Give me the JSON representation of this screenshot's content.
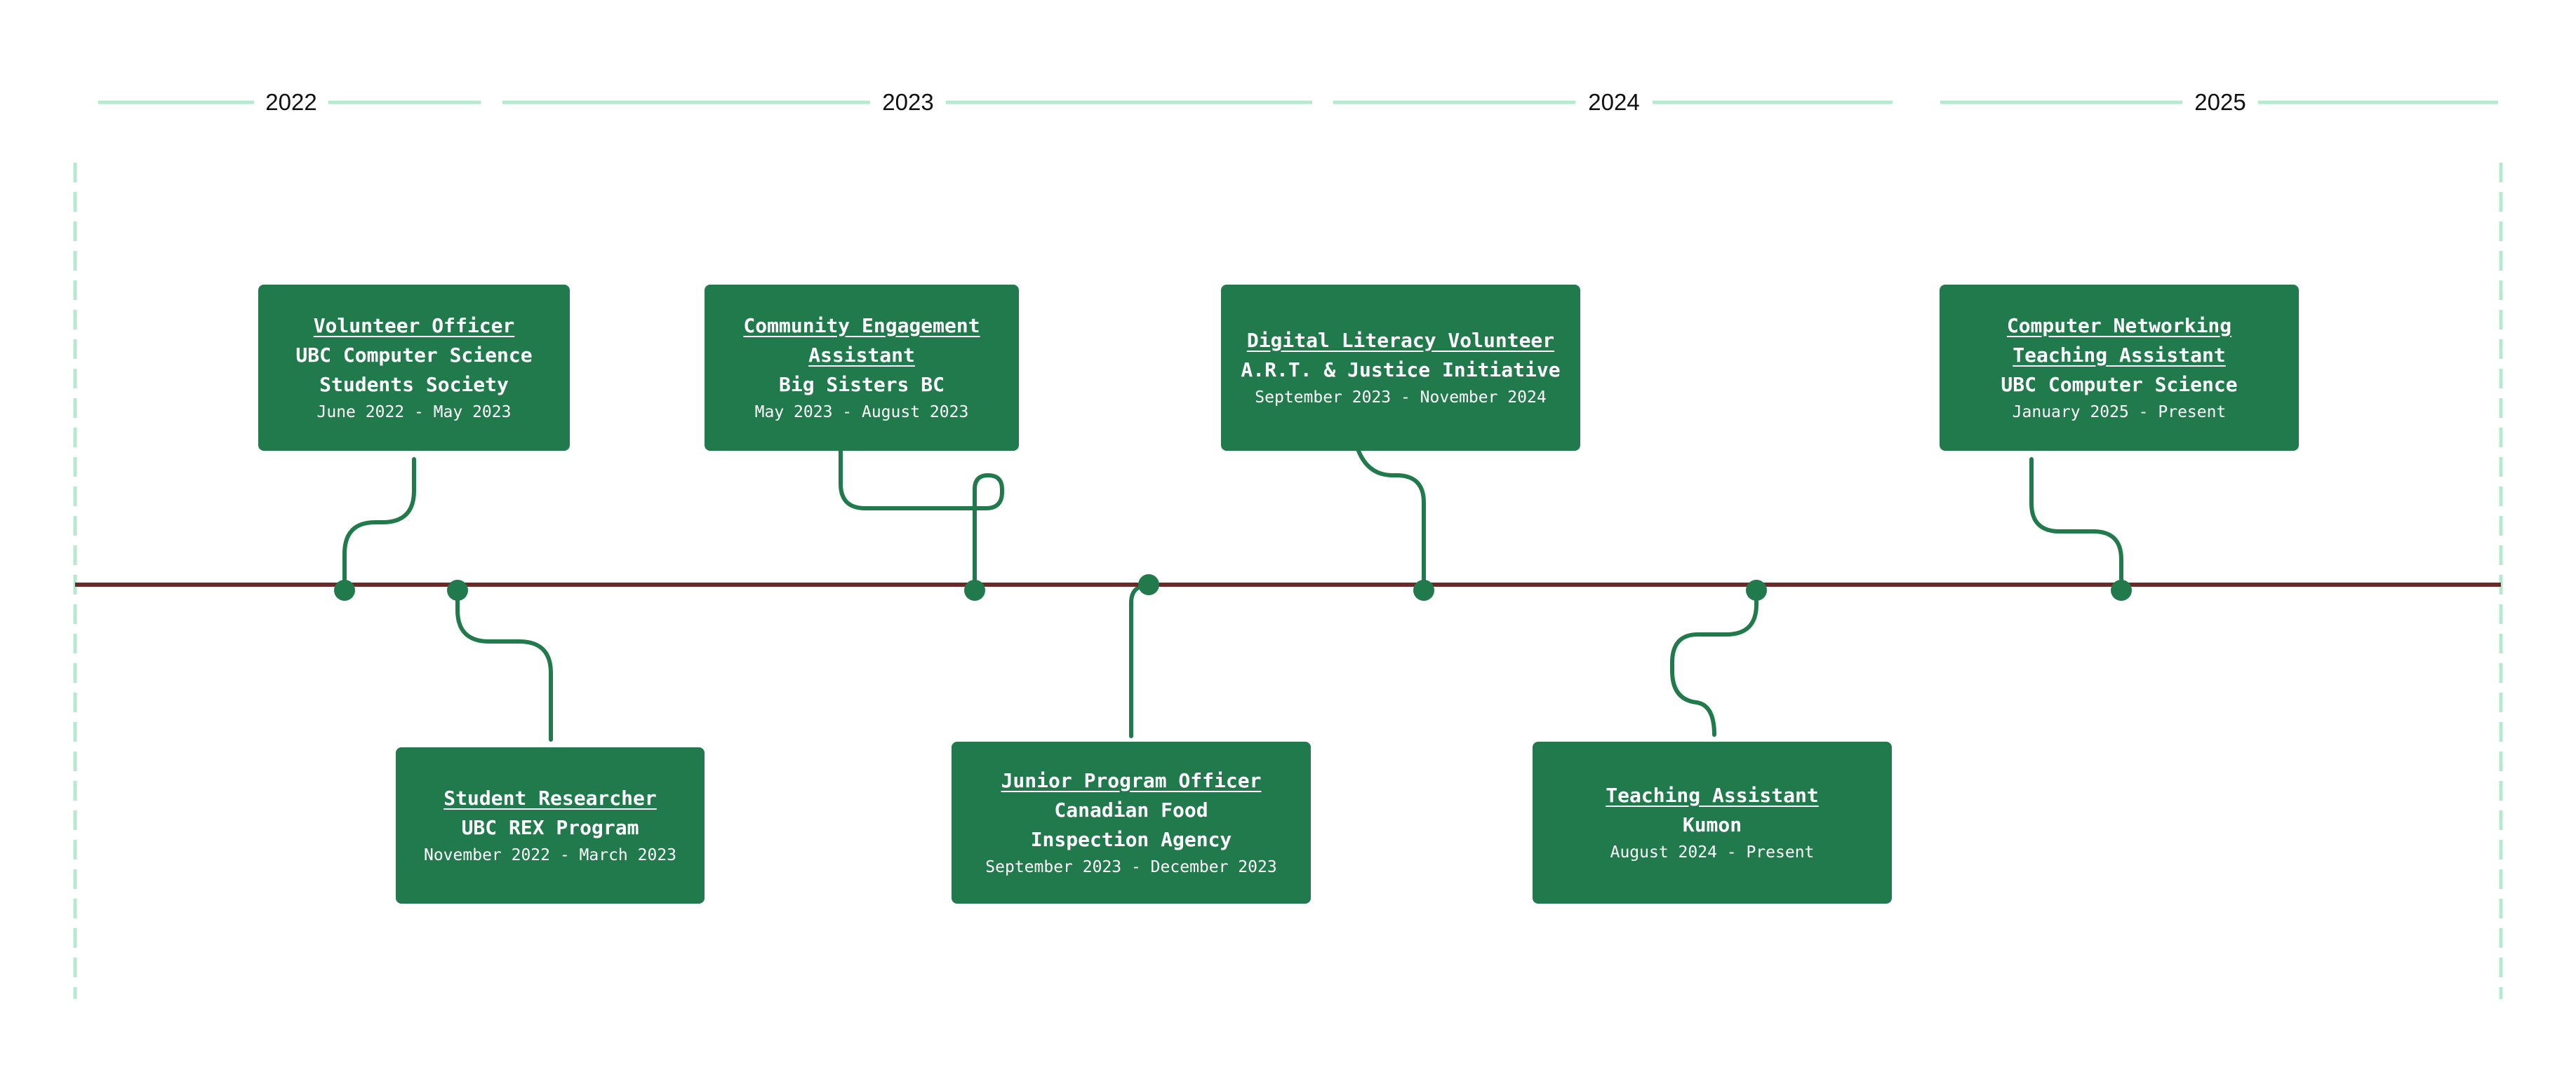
{
  "years": [
    "2022",
    "2023",
    "2024",
    "2025"
  ],
  "colors": {
    "card_background": "#217a4c",
    "card_text": "#ffffff",
    "connector": "#217a4c",
    "axis_line": "#6b2a2a",
    "year_rule": "#b6ead0",
    "boundary_dash": "#b6ead0"
  },
  "entries": [
    {
      "id": "volunteer-officer",
      "title": "Volunteer Officer",
      "org": "UBC Computer Science\nStudents Society",
      "dates": "June 2022 - May 2023",
      "side": "above"
    },
    {
      "id": "student-researcher",
      "title": "Student Researcher",
      "org": "UBC REX Program",
      "dates": "November 2022 - March 2023",
      "side": "below"
    },
    {
      "id": "community-engagement-assistant",
      "title": "Community Engagement\nAssistant",
      "org": "Big Sisters BC",
      "dates": "May 2023 - August 2023",
      "side": "above"
    },
    {
      "id": "junior-program-officer",
      "title": "Junior Program Officer",
      "org": "Canadian Food\nInspection Agency",
      "dates": "September 2023 - December 2023",
      "side": "below"
    },
    {
      "id": "digital-literacy-volunteer",
      "title": "Digital Literacy Volunteer",
      "org": "A.R.T. & Justice Initiative",
      "dates": "September 2023 - November 2024",
      "side": "above"
    },
    {
      "id": "teaching-assistant",
      "title": "Teaching Assistant",
      "org": "Kumon",
      "dates": "August 2024 - Present",
      "side": "below"
    },
    {
      "id": "computer-networking-ta",
      "title": "Computer Networking\nTeaching Assistant",
      "org": "UBC Computer Science",
      "dates": "January 2025 - Present",
      "side": "above"
    }
  ]
}
